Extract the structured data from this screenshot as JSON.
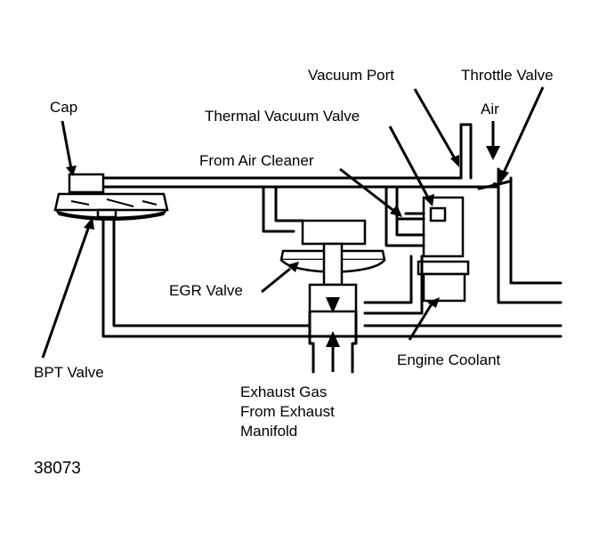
{
  "labels": {
    "cap": "Cap",
    "vacuum_port": "Vacuum Port",
    "throttle_valve": "Throttle Valve",
    "air": "Air",
    "thermal_vacuum_valve": "Thermal Vacuum Valve",
    "from_air_cleaner": "From Air Cleaner",
    "egr_valve": "EGR Valve",
    "bpt_valve": "BPT Valve",
    "engine_coolant": "Engine Coolant",
    "exhaust_line1": "Exhaust Gas",
    "exhaust_line2": "From Exhaust",
    "exhaust_line3": "Manifold"
  },
  "figure_number": "38073"
}
